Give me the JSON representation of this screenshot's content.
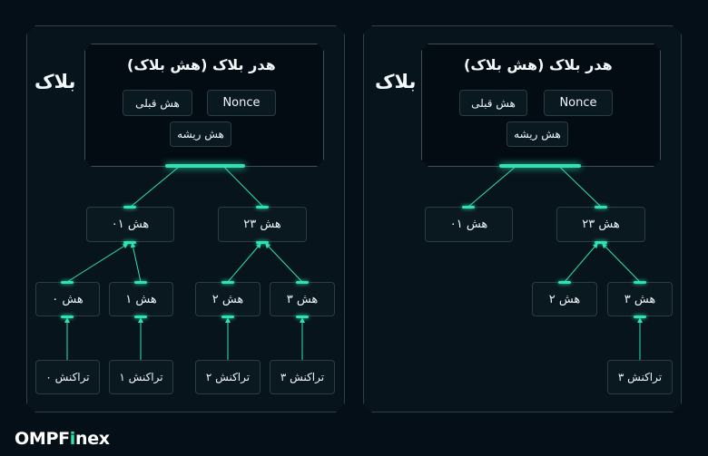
{
  "brand": {
    "logo_prefix": "OMPF",
    "logo_i": "i",
    "logo_suffix": "nex"
  },
  "left_panel": {
    "side_label": "بلاک",
    "header_title": "هدر بلاک (هش بلاک)",
    "prev_hash": "هش قبلی",
    "nonce": "Nonce",
    "root_hash": "هش ریشه",
    "hash01": "هش ۰۱",
    "hash23": "هش ۲۳",
    "hash0": "هش ۰",
    "hash1": "هش ۱",
    "hash2": "هش ۲",
    "hash3": "هش ۳",
    "tx0": "تراکنش ۰",
    "tx1": "تراکنش ۱",
    "tx2": "تراکنش ۲",
    "tx3": "تراکنش ۳"
  },
  "right_panel": {
    "side_label": "بلاک",
    "header_title": "هدر بلاک (هش بلاک)",
    "prev_hash": "هش قبلی",
    "nonce": "Nonce",
    "root_hash": "هش ریشه",
    "hash01": "هش ۰۱",
    "hash23": "هش ۲۳",
    "hash2": "هش ۲",
    "hash3": "هش ۳",
    "tx3": "تراکنش ۳"
  },
  "colors": {
    "accent": "#2ee3b1",
    "background": "#050f17",
    "panel": "#07141c"
  }
}
